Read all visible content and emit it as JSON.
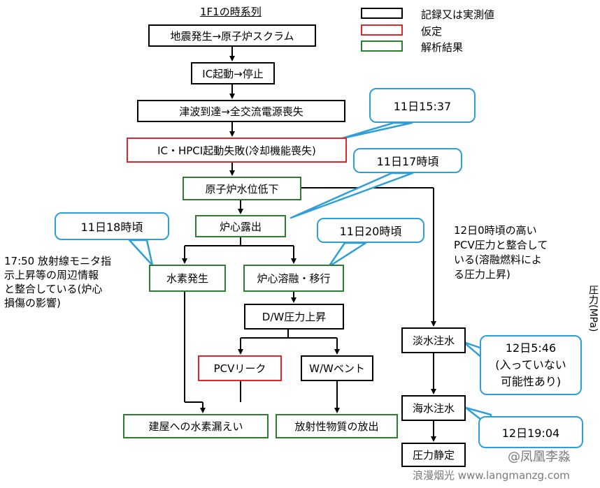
{
  "title": "1F1の時系列",
  "legend": [
    {
      "label": "記録又は実測値",
      "color": "#000000"
    },
    {
      "label": "仮定",
      "color": "#e4242b"
    },
    {
      "label": "解析結果",
      "color": "#2e7d32"
    }
  ],
  "nodes": {
    "n1": "地震発生→原子炉スクラム",
    "n2": "IC起動→停止",
    "n3": "津波到達→全交流電源喪失",
    "n4": "IC・HPCI起動失敗(冷却機能喪失)",
    "n5": "原子炉水位低下",
    "n6": "炉心露出",
    "n7": "水素発生",
    "n8": "炉心溶融・移行",
    "n9": "D/W圧力上昇",
    "n10": "PCVリーク",
    "n11": "W/Wベント",
    "n12": "建屋への水素漏えい",
    "n13": "放射性物質の放出",
    "n14": "淡水注水",
    "n15": "海水注水",
    "n16": "圧力静定"
  },
  "callouts": {
    "c1": "11日15:37",
    "c2": "11日17時頃",
    "c3": "11日18時頃",
    "c4": "11日20時頃",
    "c5": "12日5:46\n(入っていない\n可能性あり)",
    "c6": "12日19:04"
  },
  "notes": {
    "left": "17:50 放射線モニタ指\n示上昇等の周辺情報\nと整合している(炉心\n損傷の影響)",
    "right": "12日0時頃の高い\nPCV圧力と整合して\nいる(溶融燃料によ\nる圧力上昇)"
  },
  "side_label": "圧力(MPa)",
  "watermarks": {
    "w1": "@凤凰李淼",
    "w2": "浪漫烟光 www.langmanzg.com"
  }
}
